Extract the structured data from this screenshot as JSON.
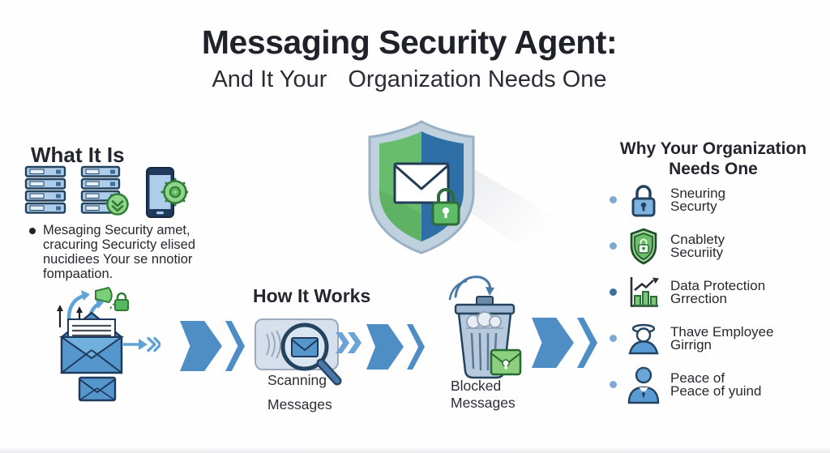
{
  "title": {
    "main": "Messaging Security Agent:",
    "subtitle_part1": "And It Your",
    "subtitle_part2": "Organization Needs One"
  },
  "what_it_is": {
    "heading": "What It Is",
    "icons": [
      "server-rack-icon",
      "server-download-badge-icon",
      "phone-gear-icon"
    ],
    "bullet_lines": [
      "Mesaging Security amet,",
      "cracuring Securicty elised",
      "nucidiees Your se nnotior",
      "fompaation."
    ]
  },
  "center": {
    "icon": "shield-email-lock-icon"
  },
  "why": {
    "heading_line1": "Why Your Organization",
    "heading_line2": "Needs One",
    "items": [
      {
        "icon": "lock-icon",
        "line1": "Sneuring",
        "line2": "Securty"
      },
      {
        "icon": "shield-lock-icon",
        "line1": "Cnablety",
        "line2": "Securiity"
      },
      {
        "icon": "chart-growth-icon",
        "line1": "Data Protection",
        "line2": "Grrection"
      },
      {
        "icon": "employee-icon",
        "line1": "Thave Employee",
        "line2": "Girrign"
      },
      {
        "icon": "person-suit-icon",
        "line1": "Peace of",
        "line2": "Peace of yuind"
      }
    ]
  },
  "how_it_works": {
    "heading": "How It Works",
    "stage_icons": [
      "outgoing-email-icon",
      "scanning-magnifier-icon",
      "blocked-trash-icon"
    ],
    "labels": {
      "scanning_line1": "Scanning",
      "scanning_line2": "Messages",
      "blocked_line1": "Blocked",
      "blocked_line2": "Messages"
    }
  },
  "colors": {
    "arrow_blue": "#4e8ec5",
    "accent_blue": "#5596cc",
    "accent_green": "#6dbf69",
    "navy_outline": "#1f3a5c",
    "shield_border": "#bfd0df",
    "text_dark": "#26292f"
  }
}
